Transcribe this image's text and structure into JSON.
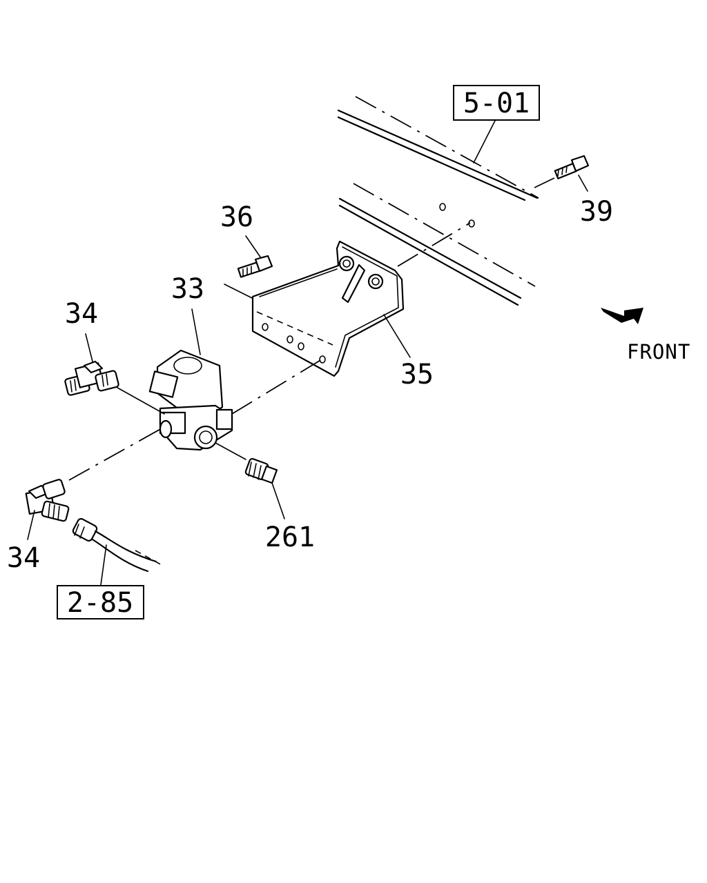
{
  "labels": {
    "ref_frame": "5-01",
    "ref_harness": "2-85",
    "part_33": "33",
    "part_34_upper": "34",
    "part_34_lower": "34",
    "part_35": "35",
    "part_36": "36",
    "part_39": "39",
    "part_261": "261",
    "front": "FRONT"
  }
}
